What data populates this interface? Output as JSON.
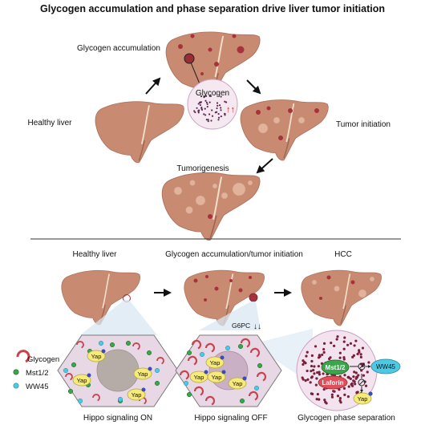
{
  "title": "Glycogen accumulation and phase separation drive liver tumor initiation",
  "top": {
    "healthy_liver": "Healthy liver",
    "glycogen_accumulation": "Glycogen accumulation",
    "glycogen": "Glycogen",
    "tumor_initiation": "Tumor initiation",
    "tumorigenesis": "Tumorigenesis"
  },
  "bottom": {
    "col1": "Healthy liver",
    "col2": "Glycogen accumulation/tumor initiation",
    "col3": "HCC",
    "g6pc": "G6PC",
    "yap": "Yap",
    "mst": "Mst1/2",
    "laforin": "Laforin",
    "ww45": "WW45",
    "caption1": "Hippo signaling ON",
    "caption2": "Hippo signaling OFF",
    "caption3": "Glycogen phase separation"
  },
  "legend": {
    "glycogen": "Glycogen",
    "mst": "Mst1/2",
    "ww45": "WW45"
  },
  "colors": {
    "liver": "#c98a72",
    "liver_dark": "#b97a63",
    "lesion": "#a8323c",
    "tumor": "#e2b39a",
    "mst": "#3aa54a",
    "ww45": "#4fc9e3",
    "laforin": "#e0505a",
    "hex_fill": "#e8d7e5",
    "circle_fill": "#f3e3ef"
  }
}
